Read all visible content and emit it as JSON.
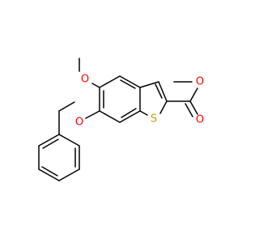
{
  "molecule": {
    "atoms": {
      "methoxy_oxygen": "O",
      "benzyloxy_oxygen": "O",
      "sulfur": "S",
      "carbonyl_oxygen": "O",
      "ester_oxygen": "O"
    },
    "colors": {
      "oxygen": "#ff0000",
      "sulfur": "#c8a000",
      "bond": "#000000"
    }
  }
}
